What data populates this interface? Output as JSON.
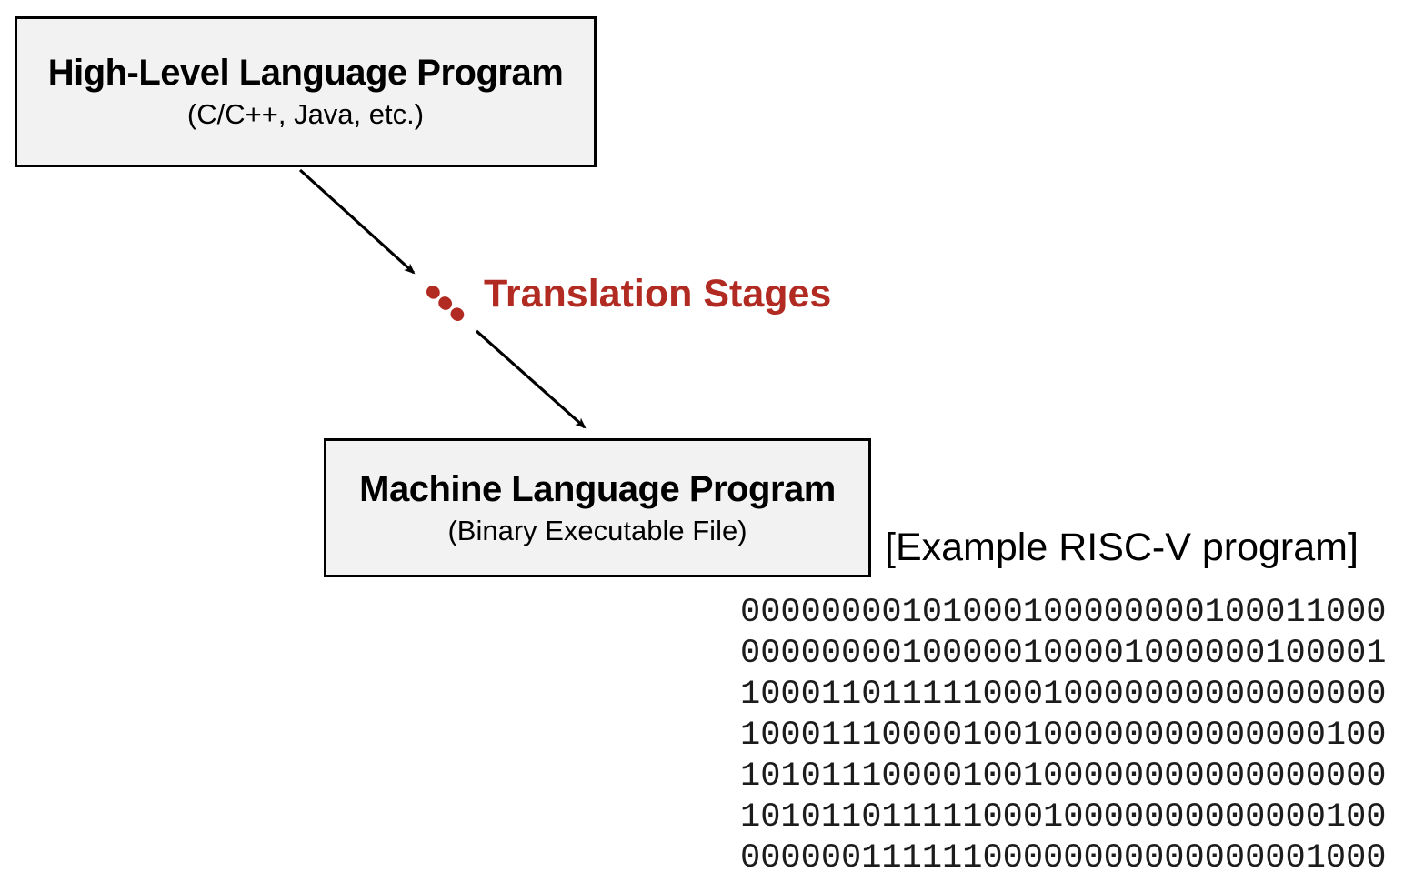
{
  "colors": {
    "accent": "#b12b22",
    "box_fill": "#f2f2f2",
    "box_border": "#000000",
    "text": "#111111"
  },
  "high_level_box": {
    "title": "High-Level Language Program",
    "subtitle": "(C/C++, Java, etc.)"
  },
  "machine_box": {
    "title": "Machine Language Program",
    "subtitle": "(Binary Executable File)"
  },
  "translation_label": "Translation Stages",
  "example_label": "[Example RISC-V program]",
  "binary": {
    "lines": [
      "00000000101000100000000100011000",
      "00000000100000100001000000100001",
      "10001101111100010000000000000000",
      "10001110000100100000000000000100",
      "10101110000100100000000000000000",
      "10101101111100010000000000000100",
      "00000011111100000000000000001000"
    ]
  }
}
